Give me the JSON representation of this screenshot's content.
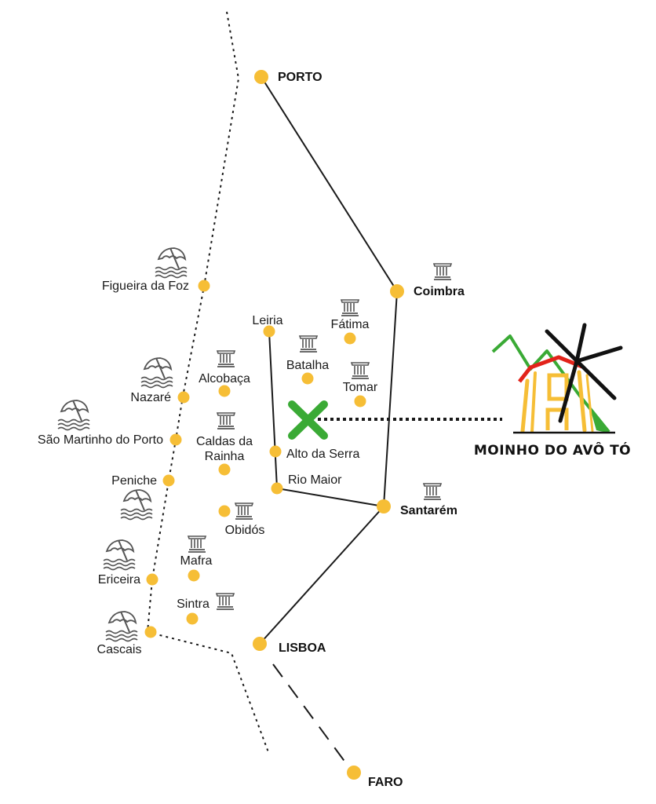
{
  "colors": {
    "city_dot": "#F6BE36",
    "road": "#1a1a1a",
    "marker": "#3AAA35",
    "icon": "#555555",
    "logo_green": "#3AAA35",
    "logo_red": "#E2231A",
    "logo_yellow": "#F6BE36"
  },
  "places": {
    "porto": "PORTO",
    "coimbra": "Coimbra",
    "figueira": "Figueira da Foz",
    "leiria": "Leiria",
    "fatima": "Fátima",
    "batalha": "Batalha",
    "tomar": "Tomar",
    "alcobaca": "Alcobaça",
    "nazare": "Nazaré",
    "sao_martinho": "São Martinho do Porto",
    "caldas_1": "Caldas da",
    "caldas_2": "Rainha",
    "alto_serra": "Alto da Serra",
    "rio_maior": "Rio Maior",
    "peniche": "Peniche",
    "santarem": "Santarém",
    "obidos": "Obidós",
    "mafra": "Mafra",
    "ericeira": "Ericeira",
    "sintra": "Sintra",
    "cascais": "Cascais",
    "lisboa": "LISBOA",
    "faro": "FARO"
  },
  "icons": {
    "beach": "beach-umbrella-icon",
    "monument": "monument-column-icon",
    "location": "x-location-marker-icon"
  },
  "logo": {
    "text": "MOINHO DO AVÔ TÓ"
  }
}
